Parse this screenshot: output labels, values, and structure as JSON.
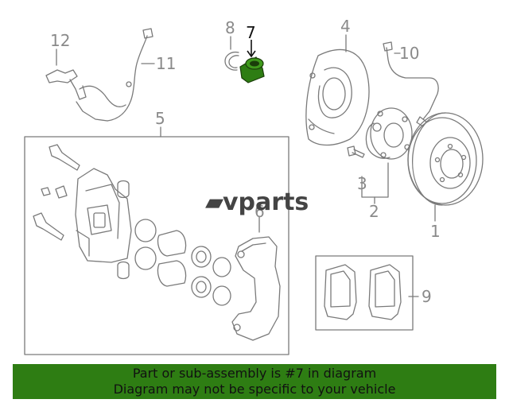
{
  "diagram": {
    "callouts": [
      "1",
      "2",
      "3",
      "4",
      "5",
      "6",
      "7",
      "8",
      "9",
      "10",
      "11",
      "12"
    ],
    "highlighted_part": "7",
    "watermark_prefix": "▰",
    "watermark": "vparts"
  },
  "colors": {
    "highlight": "#2e7d13",
    "line": "#7a7a7a",
    "footer_bg": "#2e7d13"
  },
  "footer": {
    "line1": "Part or sub-assembly is #7 in diagram",
    "line2": "Diagram may not be specific to your vehicle"
  }
}
